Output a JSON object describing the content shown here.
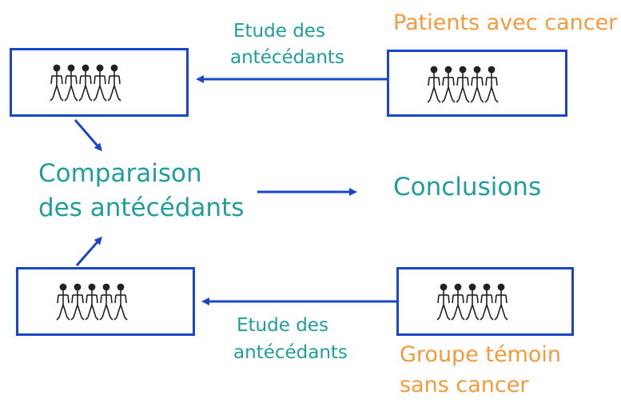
{
  "labels": {
    "study_top_line1": "Etude des",
    "study_top_line2": "antécédants",
    "patients": "Patients avec cancer",
    "comparison_line1": "Comparaison",
    "comparison_line2": "des antécédants",
    "conclusions": "Conclusions",
    "study_bottom_line1": "Etude des",
    "study_bottom_line2": "antécédants",
    "control_line1": "Groupe témoin",
    "control_line2": "sans cancer"
  },
  "colors": {
    "box_border": "#1a47c8",
    "arrow": "#1a47c8",
    "teal_text": "#1f9e9a",
    "orange_text": "#f39a3c",
    "figure": "#222222"
  },
  "icons": {
    "person": "stick-figure-icon",
    "people_per_group": 5
  }
}
